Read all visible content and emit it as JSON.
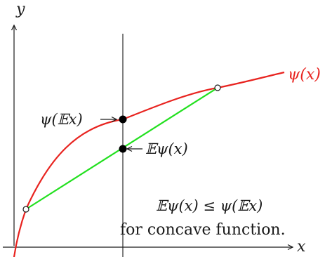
{
  "figure": {
    "axis_labels": {
      "x": "x",
      "y": "y"
    },
    "curve_label": "ψ(x)",
    "labels": {
      "psi_of_expectation": "ψ(𝔼x)",
      "expectation_of_psi": "𝔼ψ(x)"
    },
    "inequality": "𝔼ψ(x) ≤ ψ(𝔼x)",
    "caption": "for concave function.",
    "colors": {
      "curve": "#e8231f",
      "chord": "#22e01f",
      "axes": "#1a1a1a",
      "points": "#000000"
    }
  }
}
